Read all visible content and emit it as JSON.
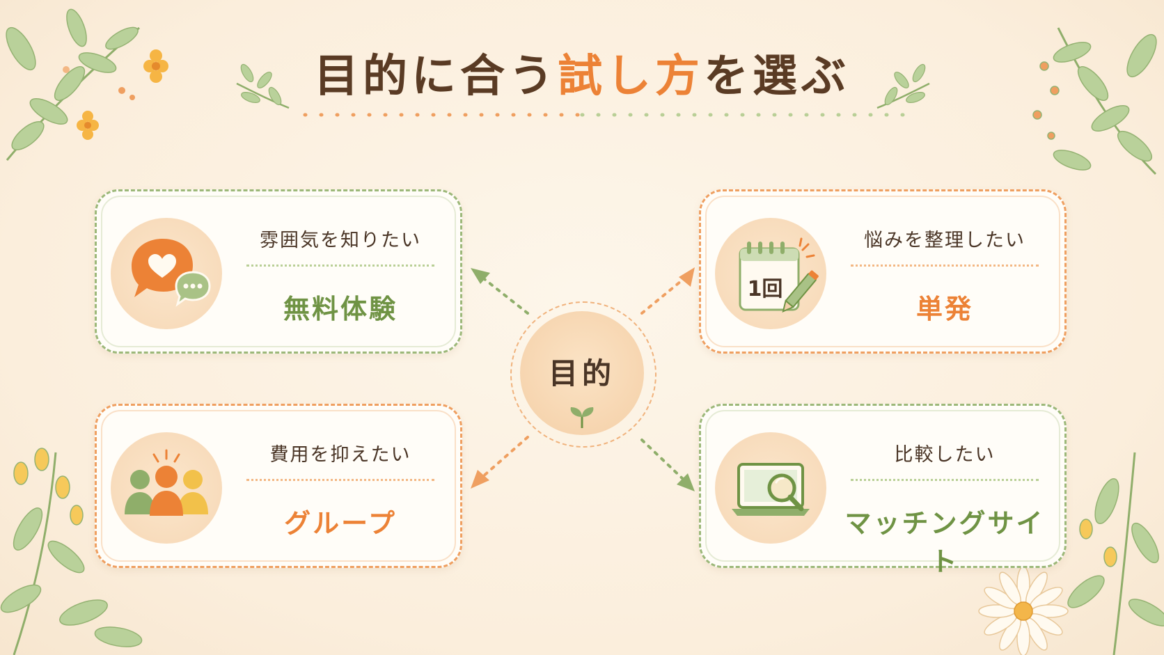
{
  "title": {
    "part1": "目的に合う",
    "accent": "試し方",
    "part2": "を選ぶ"
  },
  "hub": {
    "label": "目的"
  },
  "cards": [
    {
      "subtitle": "雰囲気を知りたい",
      "method": "無料体験",
      "icon": "speech-bubble-heart-icon",
      "theme": "green"
    },
    {
      "subtitle": "悩みを整理したい",
      "method": "単発",
      "icon": "calendar-pencil-icon",
      "theme": "orange"
    },
    {
      "subtitle": "費用を抑えたい",
      "method": "グループ",
      "icon": "group-people-icon",
      "theme": "orange"
    },
    {
      "subtitle": "比較したい",
      "method": "マッチングサイト",
      "icon": "laptop-magnifier-icon",
      "theme": "green"
    }
  ],
  "calendar": {
    "text": "1回"
  },
  "colors": {
    "green": "#6f9344",
    "orange": "#ec8236",
    "brown": "#5a3b24"
  }
}
